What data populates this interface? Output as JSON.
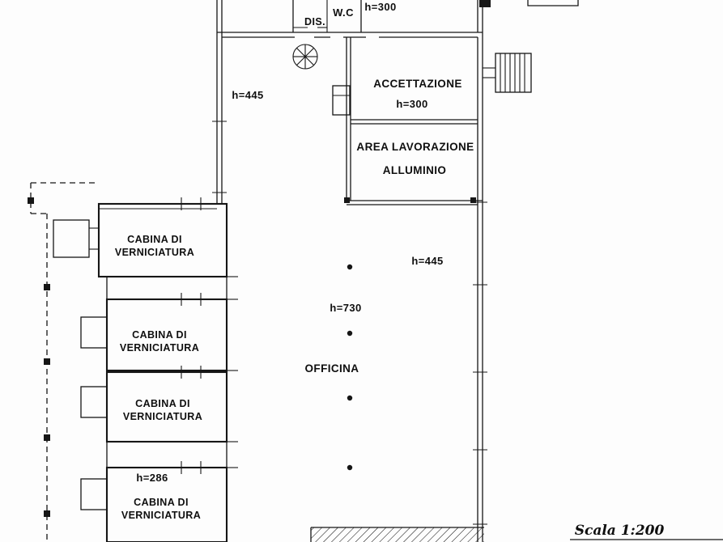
{
  "colors": {
    "ink": "#161616",
    "background": "#fdfdfd"
  },
  "plan": {
    "top_rooms": {
      "dis_label": "DIS.",
      "wc_label": "W.C",
      "height_label": "h=300"
    },
    "accettazione": {
      "name": "ACCETTAZIONE",
      "height": "h=300"
    },
    "area_lavorazione": {
      "line1": "AREA LAVORAZIONE",
      "line2": "ALLUMINIO"
    },
    "officina": {
      "name": "OFFICINA",
      "height_center": "h=730",
      "height_left": "h=445",
      "height_right": "h=445"
    },
    "cabina": {
      "line1": "CABINA DI",
      "line2": "VERNICIATURA",
      "cabina4_height": "h=286"
    },
    "scale_note": "Scala 1:200"
  }
}
